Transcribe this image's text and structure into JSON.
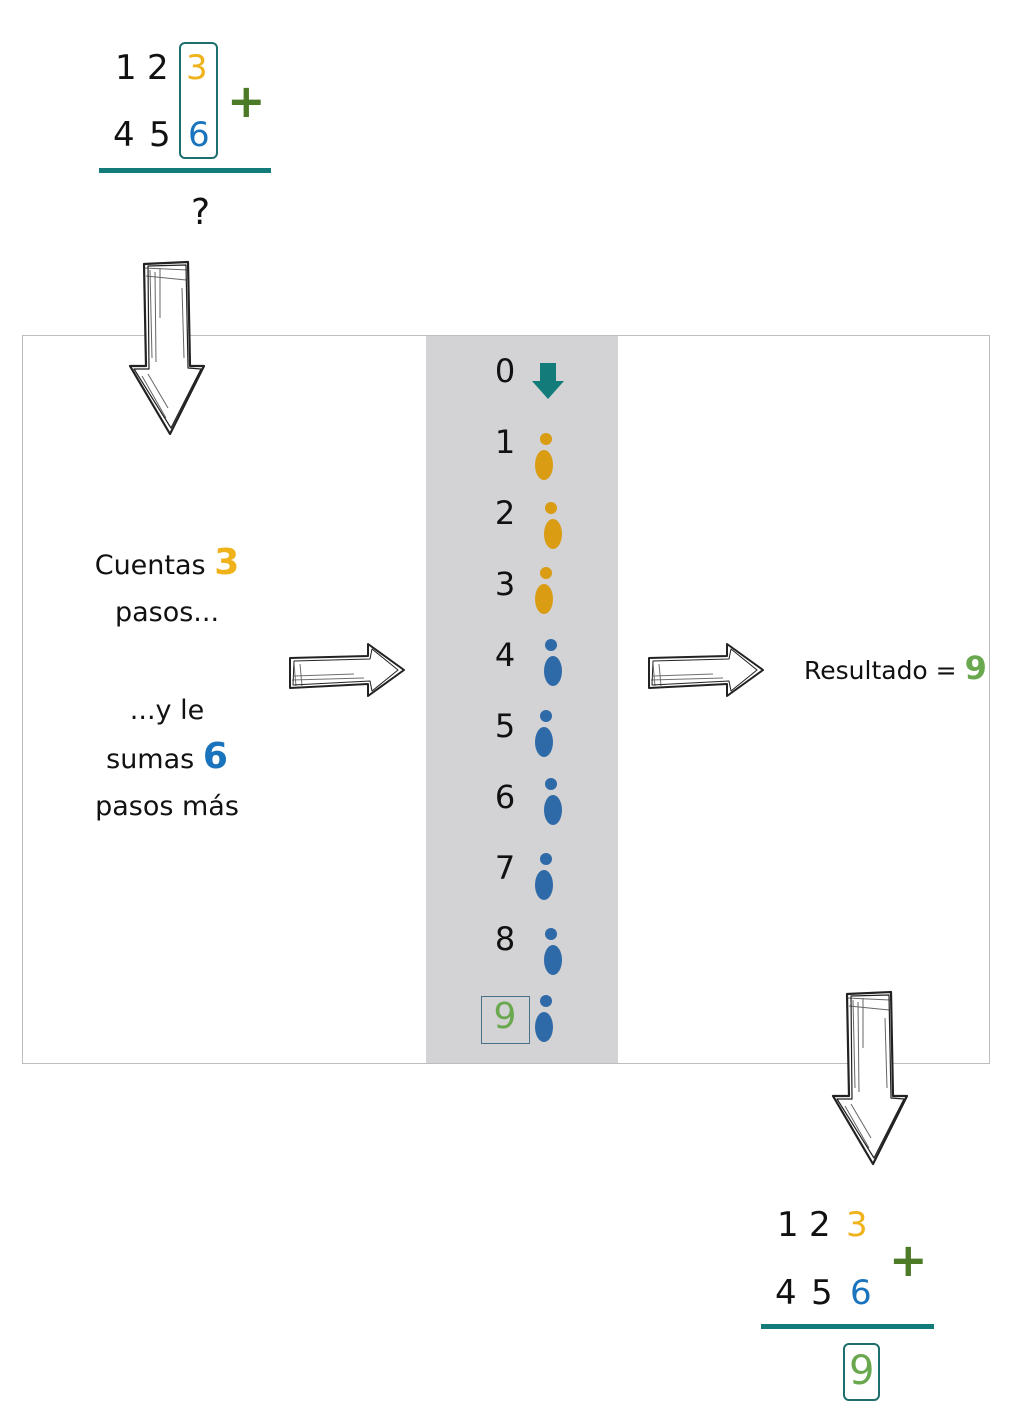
{
  "top_sum": {
    "row1": [
      "1",
      "2",
      "3"
    ],
    "row2": [
      "4",
      "5",
      "6"
    ],
    "operator": "+",
    "result": "?"
  },
  "left_text": {
    "line1_prefix": "Cuentas",
    "line1_num": "3",
    "line2": "pasos...",
    "line3": "...y le",
    "line4_prefix": "sumas",
    "line4_num": "6",
    "line5": "pasos más"
  },
  "steps": [
    "0",
    "1",
    "2",
    "3",
    "4",
    "5",
    "6",
    "7",
    "8",
    "9"
  ],
  "result_text": {
    "label": "Resultado =",
    "value": "9"
  },
  "bottom_sum": {
    "row1": [
      "1",
      "2",
      "3"
    ],
    "row2": [
      "4",
      "5",
      "6"
    ],
    "operator": "+",
    "result": "9"
  },
  "colors": {
    "teal": "#137b7a",
    "orange": "#f0b21a",
    "gold_foot": "#d99c12",
    "blue": "#1a74bd",
    "blue_foot": "#2f6aa8",
    "green": "#6aa84f",
    "plus_green": "#4d7a26",
    "stripe_gray": "#d3d2d4"
  },
  "icons": [
    "sketch-down-arrow-icon",
    "sketch-right-arrow-icon",
    "teal-down-arrow-icon",
    "footprint-icon"
  ]
}
